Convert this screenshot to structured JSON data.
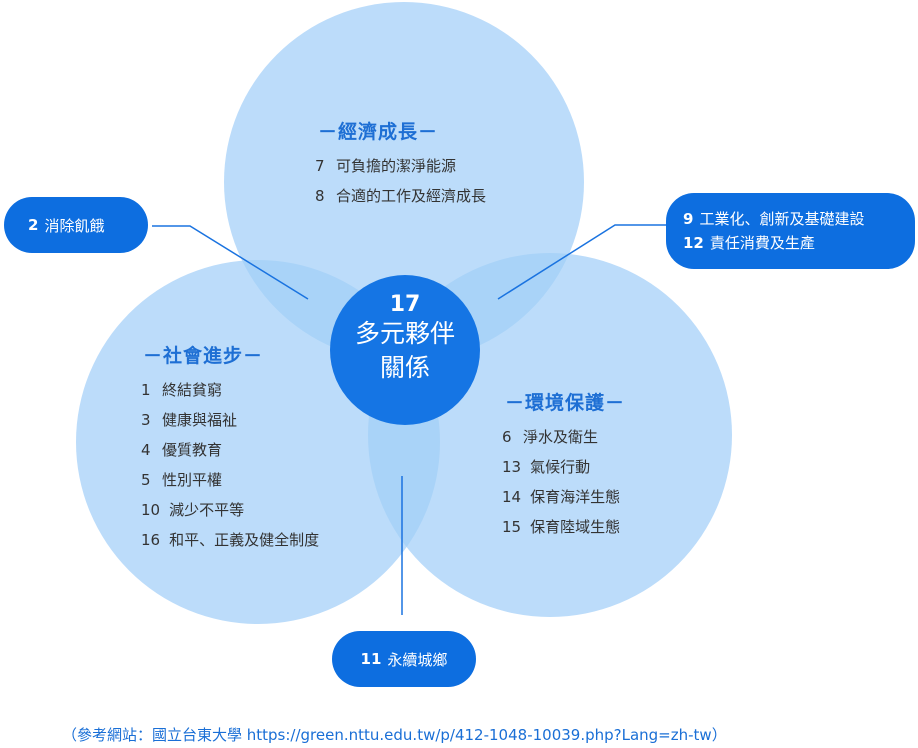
{
  "center": {
    "number": "17",
    "title_line1": "多元夥伴",
    "title_line2": "關係"
  },
  "circles": {
    "economy": {
      "heading": "－經濟成長－",
      "items": [
        {
          "num": "7",
          "text": "可負擔的潔淨能源"
        },
        {
          "num": "8",
          "text": "合適的工作及經濟成長"
        }
      ]
    },
    "society": {
      "heading": "－社會進步－",
      "items": [
        {
          "num": "1",
          "text": "終結貧窮"
        },
        {
          "num": "3",
          "text": "健康與福祉"
        },
        {
          "num": "4",
          "text": "優質教育"
        },
        {
          "num": "5",
          "text": "性別平權"
        },
        {
          "num": "10",
          "text": "減少不平等"
        },
        {
          "num": "16",
          "text": "和平、正義及健全制度"
        }
      ]
    },
    "environment": {
      "heading": "－環境保護－",
      "items": [
        {
          "num": "6",
          "text": "淨水及衛生"
        },
        {
          "num": "13",
          "text": "氣候行動"
        },
        {
          "num": "14",
          "text": "保育海洋生態"
        },
        {
          "num": "15",
          "text": "保育陸域生態"
        }
      ]
    }
  },
  "callouts": {
    "hunger": {
      "num": "2",
      "text": "消除飢餓"
    },
    "industry": [
      {
        "num": "9",
        "text": "工業化、創新及基礎建設"
      },
      {
        "num": "12",
        "text": "責任消費及生產"
      }
    ],
    "cities": {
      "num": "11",
      "text": "永續城鄉"
    }
  },
  "source": "（參考網站：國立台東大學  https://green.nttu.edu.tw/p/412-1048-10039.php?Lang=zh-tw）",
  "colors": {
    "circle_fill": "#bcdcfa",
    "overlap_fill": "#9ecdf6",
    "center_fill": "#1575e4",
    "pill_fill": "#0d6ee0",
    "heading": "#1e6fd4",
    "line": "#1a73e0"
  }
}
